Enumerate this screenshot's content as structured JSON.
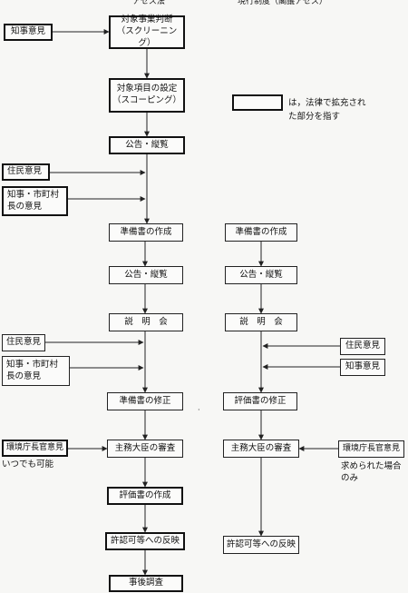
{
  "headers": {
    "left": "アセス法",
    "right": "現行制度（閣議アセス）"
  },
  "legend": {
    "text": "は，法律で拡充され\nた部分を指す"
  },
  "left_flow": {
    "screening": "対象事業判断\n（スクリーニング）",
    "scoping": "対象項目の設定\n（スコーピング）",
    "public_notice_1": "公告・縦覧",
    "draft_prep": "準備書の作成",
    "public_notice_2": "公告・縦覧",
    "briefing": "説　明　会",
    "draft_revision": "準備書の修正",
    "minister_review": "主務大臣の審査",
    "eval_prep": "評価書の作成",
    "permit_reflection": "許認可等への反映",
    "follow_up": "事後調査"
  },
  "left_inputs": {
    "governor_opinion": "知事意見",
    "resident_opinion_1": "住民意見",
    "governor_mayor_opinion_1": "知事・市町村\n長の意見",
    "resident_opinion_2": "住民意見",
    "governor_mayor_opinion_2": "知事・市町村\n長の意見",
    "env_agency_opinion": "環境庁長官意見",
    "env_agency_note": "いつでも可能"
  },
  "right_flow": {
    "draft_prep": "準備書の作成",
    "public_notice": "公告・縦覧",
    "briefing": "説　明　会",
    "eval_revision": "評価書の修正",
    "minister_review": "主務大臣の審査",
    "permit_reflection": "許認可等への反映"
  },
  "right_inputs": {
    "resident_opinion": "住民意見",
    "governor_opinion": "知事意見",
    "env_agency_opinion": "環境庁長官意見",
    "env_agency_note": "求められた場合\nのみ"
  },
  "colors": {
    "line": "#222222",
    "background": "#f7f7f5"
  }
}
